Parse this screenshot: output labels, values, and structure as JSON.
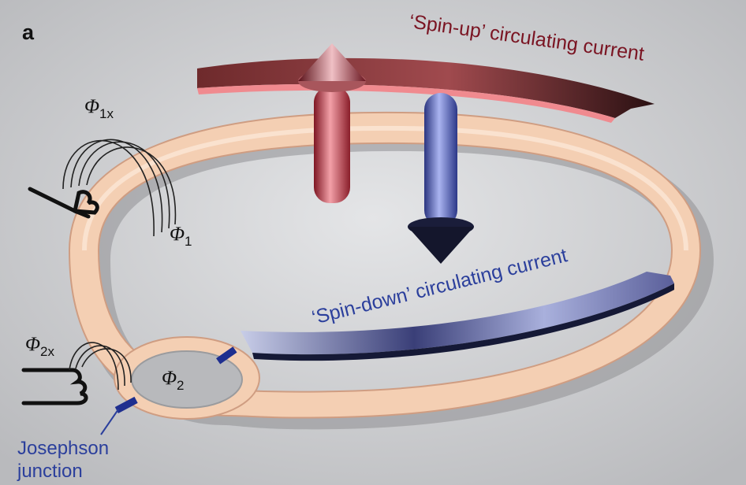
{
  "figure": {
    "panel_label": "a",
    "labels": {
      "spin_up": "‘Spin-up’ circulating current",
      "spin_down": "‘Spin-down’ circulating current",
      "phi1x_symbol": "Φ",
      "phi1x_sub": "1x",
      "phi1_symbol": "Φ",
      "phi1_sub": "1",
      "phi2x_symbol": "Φ",
      "phi2x_sub": "2x",
      "phi2_symbol": "Φ",
      "phi2_sub": "2",
      "josephson_line1": "Josephson",
      "josephson_line2": "junction"
    },
    "colors": {
      "background": "#c9cacd",
      "loop": "#f6d2b8",
      "spin_up": "#7a1422",
      "spin_down": "#2b3f9c",
      "junction": "#1f2f8f"
    }
  }
}
